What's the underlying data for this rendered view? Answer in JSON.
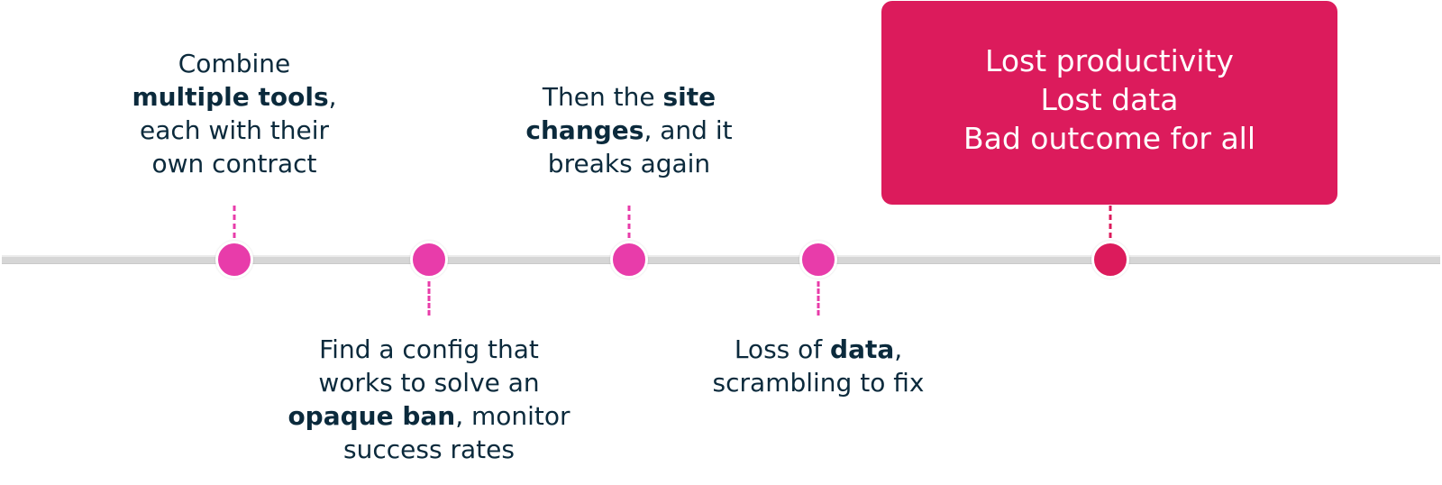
{
  "colors": {
    "node": "#e83caa",
    "node_final": "#dc1b5c",
    "outcome_bg": "#dc1b5c",
    "text": "#0b2a3c",
    "track": "#d6d6d6"
  },
  "steps": [
    {
      "position": "above",
      "parts": [
        {
          "text": "Combine",
          "bold": false,
          "break": true
        },
        {
          "text": "multiple tools",
          "bold": true,
          "break": false
        },
        {
          "text": ",",
          "bold": false,
          "break": true
        },
        {
          "text": "each with their",
          "bold": false,
          "break": true
        },
        {
          "text": "own contract",
          "bold": false,
          "break": false
        }
      ]
    },
    {
      "position": "below",
      "parts": [
        {
          "text": "Find a config that",
          "bold": false,
          "break": true
        },
        {
          "text": "works to solve an",
          "bold": false,
          "break": true
        },
        {
          "text": "opaque ban",
          "bold": true,
          "break": false
        },
        {
          "text": ", monitor",
          "bold": false,
          "break": true
        },
        {
          "text": "success rates",
          "bold": false,
          "break": false
        }
      ]
    },
    {
      "position": "above",
      "parts": [
        {
          "text": "Then the ",
          "bold": false,
          "break": false
        },
        {
          "text": "site",
          "bold": true,
          "break": true
        },
        {
          "text": "changes",
          "bold": true,
          "break": false
        },
        {
          "text": ", and it",
          "bold": false,
          "break": true
        },
        {
          "text": "breaks again",
          "bold": false,
          "break": false
        }
      ]
    },
    {
      "position": "below",
      "parts": [
        {
          "text": "Loss of ",
          "bold": false,
          "break": false
        },
        {
          "text": "data",
          "bold": true,
          "break": false
        },
        {
          "text": ",",
          "bold": false,
          "break": true
        },
        {
          "text": "scrambling to fix",
          "bold": false,
          "break": false
        }
      ]
    }
  ],
  "outcome": {
    "lines": [
      "Lost productivity",
      "Lost data",
      "Bad outcome for all"
    ]
  }
}
